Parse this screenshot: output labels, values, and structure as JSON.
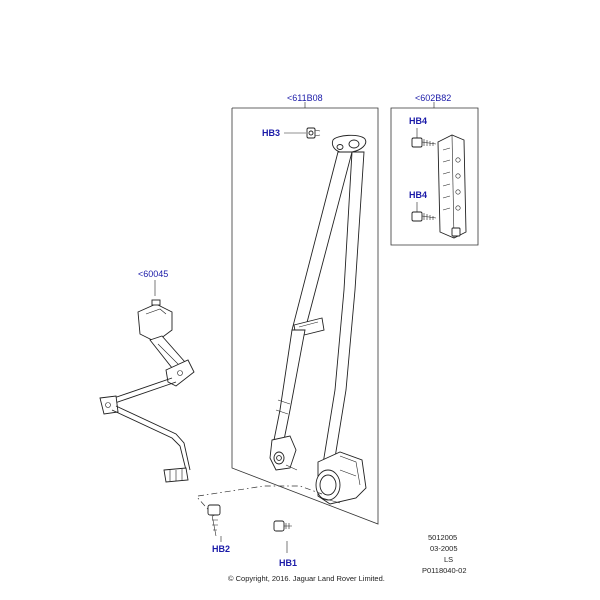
{
  "part_refs": {
    "upper_belt": "<611B08",
    "height_adjuster": "<602B82",
    "buckle": "<60045"
  },
  "callouts": {
    "hb3": "HB3",
    "hb4_upper": "HB4",
    "hb4_lower": "HB4",
    "hb2": "HB2",
    "hb1": "HB1"
  },
  "meta": {
    "code": "5012005",
    "date": "03-2005",
    "initials": "LS",
    "drawing_number": "P0118040-02"
  },
  "copyright": "© Copyright, 2016. Jaguar Land Rover Limited."
}
